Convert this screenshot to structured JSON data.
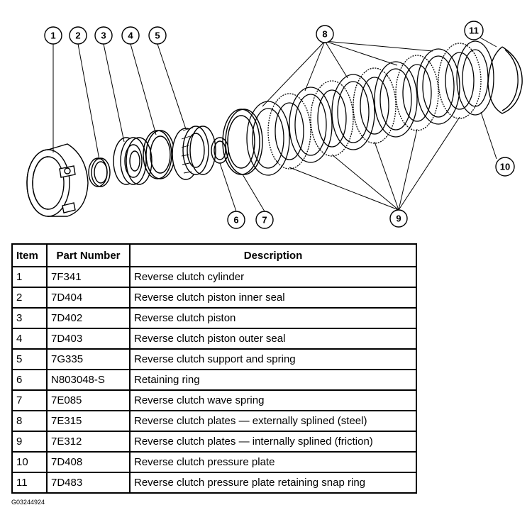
{
  "diagram": {
    "callouts": [
      "1",
      "2",
      "3",
      "4",
      "5",
      "6",
      "7",
      "8",
      "9",
      "10",
      "11"
    ]
  },
  "table": {
    "headers": [
      "Item",
      "Part Number",
      "Description"
    ],
    "rows": [
      {
        "item": "1",
        "part": "7F341",
        "desc": "Reverse clutch cylinder"
      },
      {
        "item": "2",
        "part": "7D404",
        "desc": "Reverse clutch piston inner seal"
      },
      {
        "item": "3",
        "part": "7D402",
        "desc": "Reverse clutch piston"
      },
      {
        "item": "4",
        "part": "7D403",
        "desc": "Reverse clutch piston outer seal"
      },
      {
        "item": "5",
        "part": "7G335",
        "desc": "Reverse clutch support and spring"
      },
      {
        "item": "6",
        "part": "N803048-S",
        "desc": "Retaining ring"
      },
      {
        "item": "7",
        "part": "7E085",
        "desc": "Reverse clutch wave spring"
      },
      {
        "item": "8",
        "part": "7E315",
        "desc": "Reverse clutch plates — externally splined (steel)"
      },
      {
        "item": "9",
        "part": "7E312",
        "desc": "Reverse clutch plates — internally splined (friction)"
      },
      {
        "item": "10",
        "part": "7D408",
        "desc": "Reverse clutch pressure plate"
      },
      {
        "item": "11",
        "part": "7D483",
        "desc": "Reverse clutch pressure plate retaining snap ring"
      }
    ]
  },
  "figure_ref": "G03244924"
}
